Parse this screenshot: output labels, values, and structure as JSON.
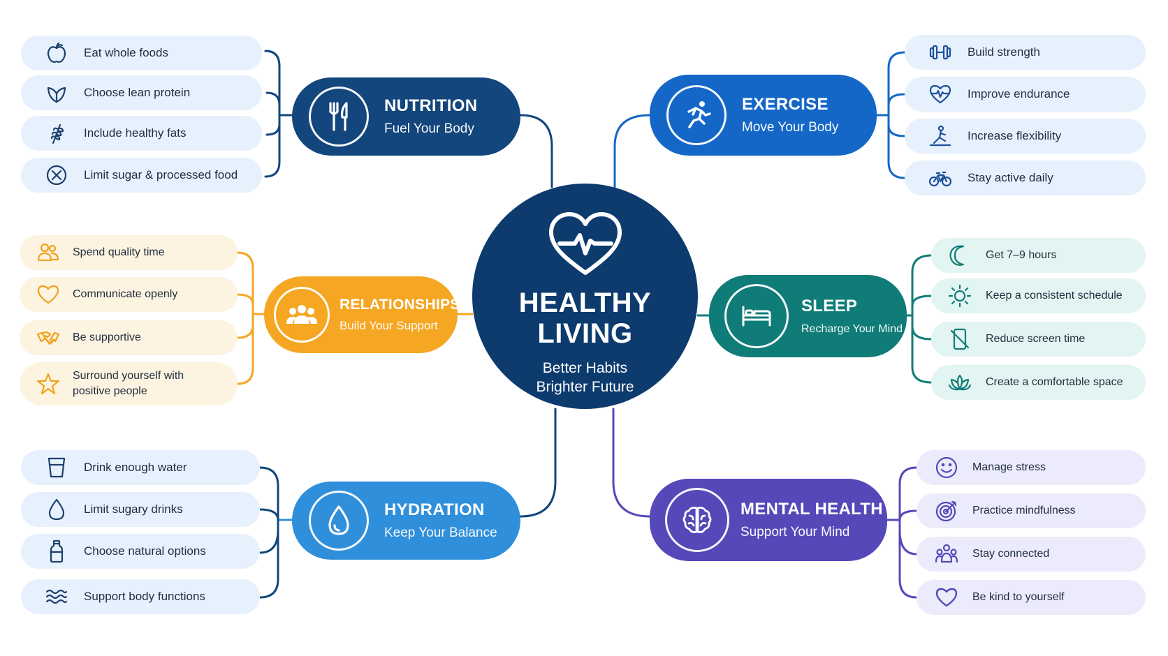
{
  "colors": {
    "hub": "#0d3b6e",
    "nutrition": "#13467c",
    "exercise": "#1467c6",
    "relationships": "#f5a623",
    "sleep": "#0f7c78",
    "hydration": "#2f8fdb",
    "mental_health": "#5548b9"
  },
  "hub": {
    "title": "HEALTHY LIVING",
    "subtitle_line1": "Better Habits",
    "subtitle_line2": "Brighter Future",
    "icon": "heart-pulse-icon"
  },
  "branches": {
    "nutrition": {
      "title": "NUTRITION",
      "subtitle": "Fuel Your Body",
      "icon": "fork-knife-icon"
    },
    "exercise": {
      "title": "EXERCISE",
      "subtitle": "Move Your Body",
      "icon": "runner-icon"
    },
    "relationships": {
      "title": "RELATIONSHIPS",
      "subtitle": "Build Your Support",
      "icon": "group-icon"
    },
    "sleep": {
      "title": "SLEEP",
      "subtitle": "Recharge Your Mind",
      "icon": "bed-icon"
    },
    "hydration": {
      "title": "HYDRATION",
      "subtitle": "Keep Your Balance",
      "icon": "water-drop-icon"
    },
    "mental_health": {
      "title": "MENTAL HEALTH",
      "subtitle": "Support Your Mind",
      "icon": "brain-icon"
    }
  },
  "leaves": {
    "nutrition": [
      {
        "label": "Eat whole foods",
        "icon": "apple-icon"
      },
      {
        "label": "Choose lean protein",
        "icon": "leaf-icon"
      },
      {
        "label": "Include healthy fats",
        "icon": "wheat-icon"
      },
      {
        "label": "Limit sugar & processed food",
        "icon": "no-sign-icon"
      }
    ],
    "exercise": [
      {
        "label": "Build strength",
        "icon": "dumbbell-icon"
      },
      {
        "label": "Improve endurance",
        "icon": "heartbeat-icon"
      },
      {
        "label": "Increase flexibility",
        "icon": "stretching-icon"
      },
      {
        "label": "Stay active daily",
        "icon": "bicycle-icon"
      }
    ],
    "relationships": [
      {
        "label": "Spend quality time",
        "icon": "people-icon"
      },
      {
        "label": "Communicate openly",
        "icon": "heart-outline-icon"
      },
      {
        "label": "Be supportive",
        "icon": "handshake-icon"
      },
      {
        "label": "Surround yourself with positive people",
        "icon": "star-icon"
      }
    ],
    "sleep": [
      {
        "label": "Get 7–9 hours",
        "icon": "moon-icon"
      },
      {
        "label": "Keep a consistent schedule",
        "icon": "sun-icon"
      },
      {
        "label": "Reduce screen time",
        "icon": "phone-off-icon"
      },
      {
        "label": "Create a comfortable space",
        "icon": "lotus-icon"
      }
    ],
    "hydration": [
      {
        "label": "Drink enough water",
        "icon": "glass-icon"
      },
      {
        "label": "Limit sugary drinks",
        "icon": "drop-icon"
      },
      {
        "label": "Choose natural options",
        "icon": "bottle-icon"
      },
      {
        "label": "Support body functions",
        "icon": "waves-icon"
      }
    ],
    "mental_health": [
      {
        "label": "Manage stress",
        "icon": "smile-icon"
      },
      {
        "label": "Practice mindfulness",
        "icon": "target-icon"
      },
      {
        "label": "Stay connected",
        "icon": "community-icon"
      },
      {
        "label": "Be kind to yourself",
        "icon": "heart-kind-icon"
      }
    ]
  }
}
